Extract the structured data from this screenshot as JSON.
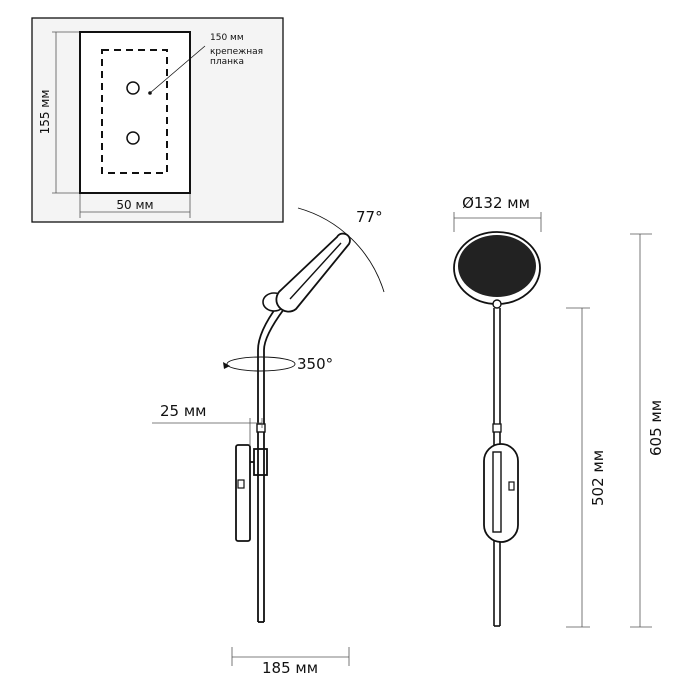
{
  "mount_plate_detail": {
    "height": "155 мм",
    "width": "50 мм",
    "bracket_width": "150 мм",
    "bracket_label_line1": "крепежная",
    "bracket_label_line2": "планка"
  },
  "side_view": {
    "tilt_angle": "77°",
    "rotation_angle": "350°",
    "depth": "25 мм",
    "projection": "185 мм"
  },
  "front_view": {
    "shade_diameter": "Ø132 мм",
    "lower_height": "502 мм",
    "total_height": "605 мм"
  },
  "colors": {
    "line": "#111111",
    "panel_fill": "#f4f4f4",
    "shade_fill": "#222222",
    "dim_line": "#555555"
  }
}
